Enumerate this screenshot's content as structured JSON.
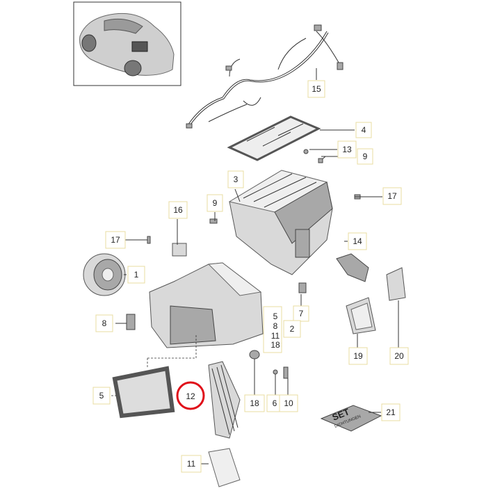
{
  "callouts": [
    {
      "id": "c15",
      "label": "15"
    },
    {
      "id": "c4",
      "label": "4"
    },
    {
      "id": "c13",
      "label": "13"
    },
    {
      "id": "c9a",
      "label": "9"
    },
    {
      "id": "c3",
      "label": "3"
    },
    {
      "id": "c17a",
      "label": "17"
    },
    {
      "id": "c16",
      "label": "16"
    },
    {
      "id": "c9b",
      "label": "9"
    },
    {
      "id": "c17b",
      "label": "17"
    },
    {
      "id": "c14",
      "label": "14"
    },
    {
      "id": "c1",
      "label": "1"
    },
    {
      "id": "c7",
      "label": "7"
    },
    {
      "id": "c8",
      "label": "8"
    },
    {
      "id": "c2",
      "label": "2"
    },
    {
      "id": "c19",
      "label": "19"
    },
    {
      "id": "c20",
      "label": "20"
    },
    {
      "id": "c5",
      "label": "5"
    },
    {
      "id": "c12",
      "label": "12"
    },
    {
      "id": "c18",
      "label": "18"
    },
    {
      "id": "c6",
      "label": "6"
    },
    {
      "id": "c10",
      "label": "10"
    },
    {
      "id": "c21",
      "label": "21"
    },
    {
      "id": "c11",
      "label": "11"
    }
  ],
  "group2_items": [
    "5",
    "8",
    "11",
    "18"
  ],
  "seal_set_text": "SET",
  "seal_set_subtext": "DICHTUNGEN",
  "highlight_color": "#e0101a",
  "callout_border_color": "#e9dca0"
}
